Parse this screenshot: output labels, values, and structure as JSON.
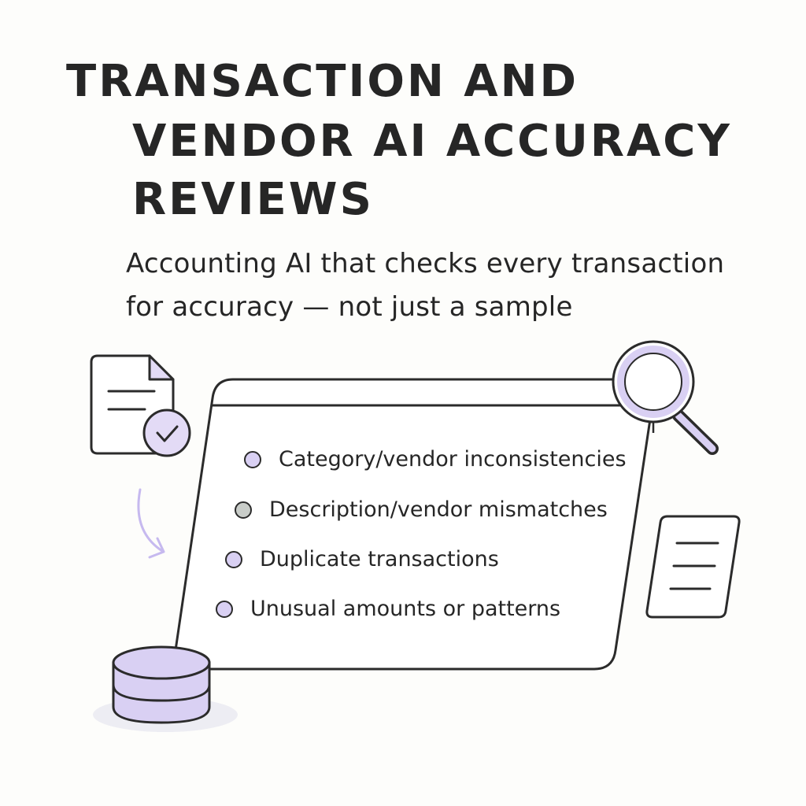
{
  "title": {
    "lines": [
      "TRANSACTION AND",
      "VENDOR AI ACCURACY",
      "REVIEWS"
    ]
  },
  "subtitle": {
    "lines": [
      "Accounting AI that checks every transaction",
      "for accuracy — not just a sample"
    ]
  },
  "checklist": {
    "items": [
      {
        "label": "Category/vendor inconsistencies",
        "dot_color": "#d9d0f3"
      },
      {
        "label": "Description/vendor mismatches",
        "dot_color": "#c9cdc9"
      },
      {
        "label": "Duplicate transactions",
        "dot_color": "#d9d0f3"
      },
      {
        "label": "Unusual amounts or patterns",
        "dot_color": "#d9d0f3"
      }
    ]
  },
  "icons": {
    "document_check": "document-check-icon",
    "magnifier": "magnifier-icon",
    "database": "database-icon",
    "report": "report-document-icon",
    "arrow": "curved-arrow-icon"
  },
  "colors": {
    "accent": "#d9d0f3",
    "outline": "#2b2b2b",
    "background": "#fdfdfb"
  }
}
